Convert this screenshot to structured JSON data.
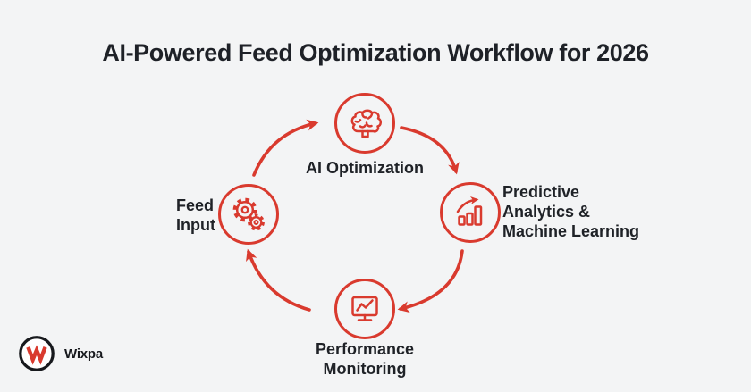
{
  "title": "AI-Powered Feed Optimization Workflow for 2026",
  "colors": {
    "accent_red": "#d93a2e",
    "background": "#f3f4f5",
    "text_dark": "#1f2227",
    "logo_ring": "#17191d"
  },
  "diagram": {
    "type": "circular-workflow",
    "direction": "clockwise",
    "nodes": [
      {
        "id": "ai-optimization",
        "position": "top",
        "icon": "brain-icon",
        "label": "AI Optimization"
      },
      {
        "id": "predictive-analytics-ml",
        "position": "right",
        "icon": "growth-chart-icon",
        "label": "Predictive\nAnalytics &\nMachine Learning"
      },
      {
        "id": "performance-monitoring",
        "position": "bottom",
        "icon": "monitor-graph-icon",
        "label": "Performance\nMonitoring"
      },
      {
        "id": "feed-input",
        "position": "left",
        "icon": "gears-icon",
        "label": "Feed\nInput"
      }
    ],
    "edges": [
      {
        "from": "feed-input",
        "to": "ai-optimization"
      },
      {
        "from": "ai-optimization",
        "to": "predictive-analytics-ml"
      },
      {
        "from": "predictive-analytics-ml",
        "to": "performance-monitoring"
      },
      {
        "from": "performance-monitoring",
        "to": "feed-input"
      }
    ]
  },
  "logo": {
    "brand": "Wixpa",
    "mark": "wixpa-w-icon"
  }
}
